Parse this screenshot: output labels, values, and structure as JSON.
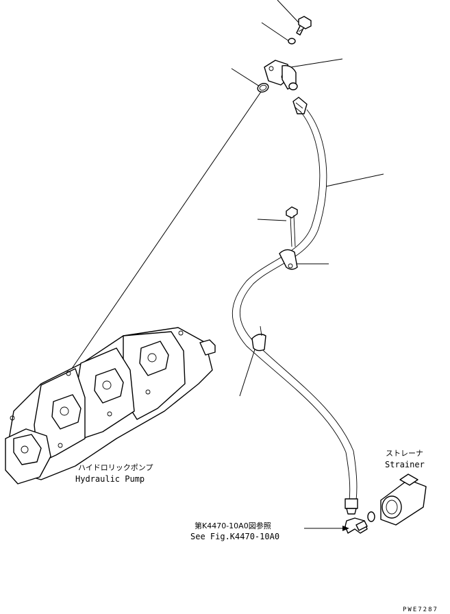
{
  "labels": {
    "pump_jp": "ハイドロリックポンプ",
    "pump_en": "Hydraulic Pump",
    "strainer_jp": "ストレーナ",
    "strainer_en": "Strainer",
    "ref_jp": "第K4470-10A0図参照",
    "ref_en": "See Fig.K4470-10A0",
    "drawing_code": "PWE7287"
  }
}
